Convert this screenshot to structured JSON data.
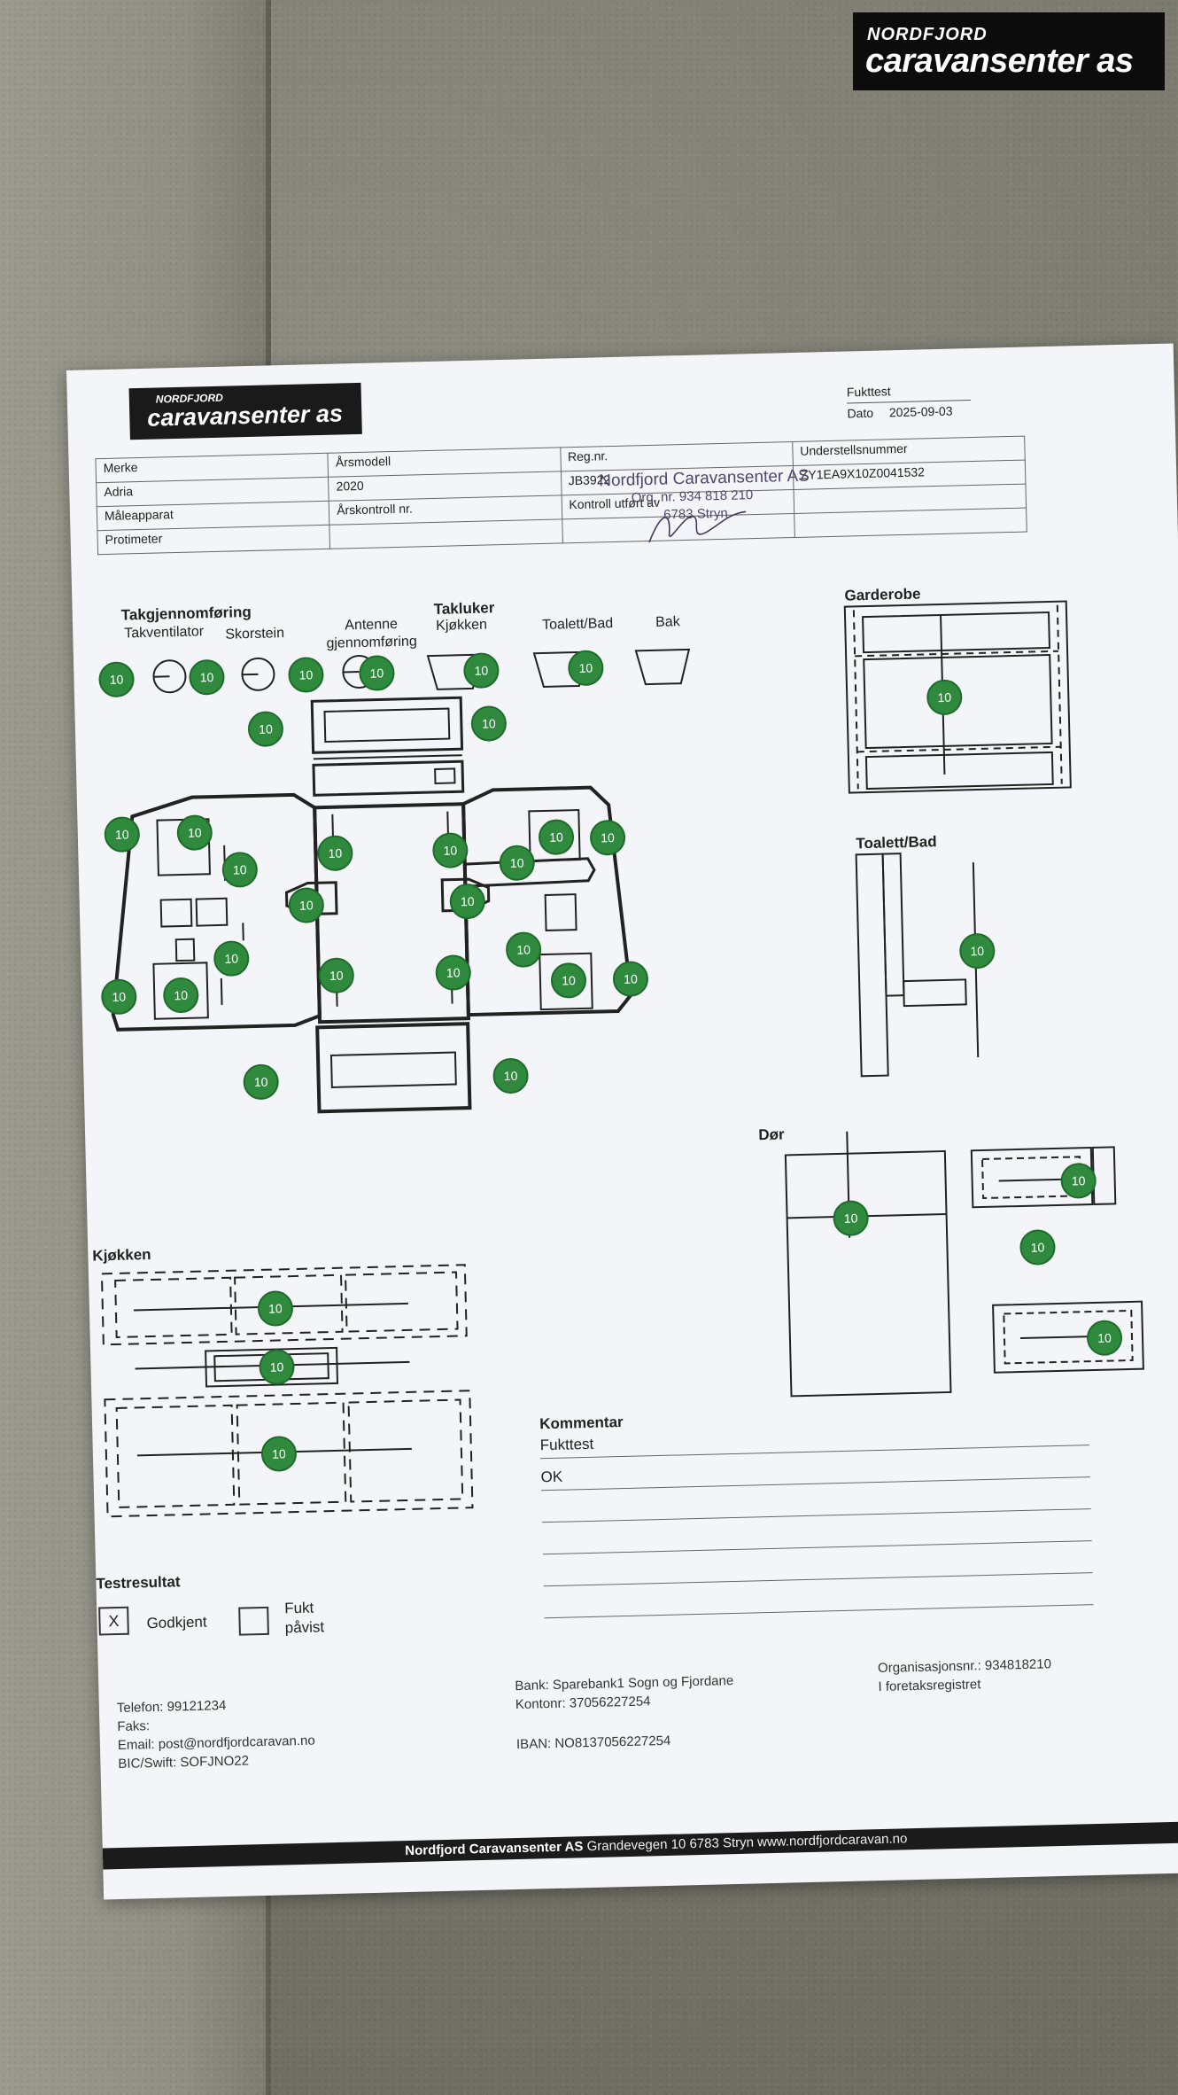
{
  "brand": {
    "top": "NORDFJORD",
    "main": "caravansenter as"
  },
  "doc_logo": {
    "top": "NORDFJORD",
    "main": "caravansenter as"
  },
  "header": {
    "type_label": "Fukttest",
    "date_label": "Dato",
    "date_value": "2025-09-03"
  },
  "info_table": {
    "merke_label": "Merke",
    "merke_value": "Adria",
    "arsmodell_label": "Årsmodell",
    "arsmodell_value": "2020",
    "regnr_label": "Reg.nr.",
    "regnr_value": "JB3922",
    "understell_label": "Understellsnummer",
    "understell_value": "ZY1EA9X10Z0041532",
    "maleapparat_label": "Måleapparat",
    "maleapparat_value": "Protimeter",
    "arskontroll_label": "Årskontroll nr.",
    "kontroll_label": "Kontroll utført av"
  },
  "stamp": {
    "line1": "Nordfjord Caravansenter AS",
    "line2": "Org. nr. 934 818 210",
    "line3": "6783 Stryn"
  },
  "sections": {
    "takgjennomforing": "Takgjennomføring",
    "takventilator": "Takventilator",
    "skorstein": "Skorstein",
    "antenne": "Antenne gjennomføring",
    "takluker": "Takluker",
    "kjokken_sub": "Kjøkken",
    "toalett_sub": "Toalett/Bad",
    "bak": "Bak",
    "garderobe": "Garderobe",
    "toalett_bad": "Toalett/Bad",
    "dor": "Dør",
    "kjokken": "Kjøkken"
  },
  "measurement": "10",
  "kommentar": {
    "title": "Kommentar",
    "lines": [
      "Fukttest",
      "OK"
    ]
  },
  "testresultat": {
    "title": "Testresultat",
    "godkjent_label": "Godkjent",
    "godkjent_mark": "X",
    "fukt_label": "Fukt påvist"
  },
  "footer": {
    "telefon": "Telefon: 99121234",
    "faks": "Faks:",
    "email": "Email: post@nordfjordcaravan.no",
    "bic": "BIC/Swift: SOFJNO22",
    "bank": "Bank: Sparebank1 Sogn og Fjordane",
    "kontonr": "Kontonr: 37056227254",
    "iban": "IBAN: NO8137056227254",
    "orgnr": "Organisasjonsnr.: 934818210",
    "foretak": "I foretaksregistret",
    "bar_company": "Nordfjord Caravansenter AS",
    "bar_address": "Grandevegen 10 6783 Stryn  www.nordfjordcaravan.no"
  },
  "colors": {
    "badge": "#2f8a3e",
    "paper": "#f4f5f8"
  }
}
